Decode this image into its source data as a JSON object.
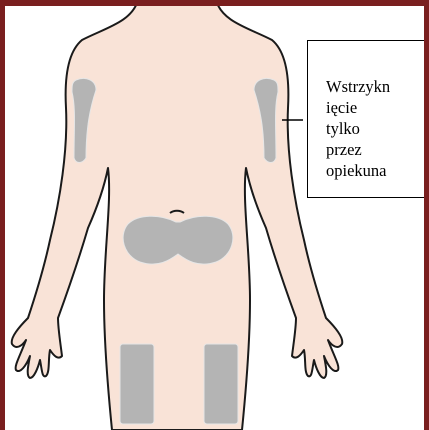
{
  "callout": {
    "text": "Wstrzykn\nięcie\ntylko\nprzez\nopiekuna"
  },
  "colors": {
    "frame_border": "#7a1f1f",
    "skin": "#f9e3d7",
    "outline": "#1a1a1a",
    "injection_site": "#b4b4b4",
    "background": "#ffffff"
  },
  "injection_sites": [
    {
      "name": "left-upper-arm-back"
    },
    {
      "name": "right-upper-arm-back"
    },
    {
      "name": "abdomen"
    },
    {
      "name": "left-thigh"
    },
    {
      "name": "right-thigh"
    }
  ]
}
